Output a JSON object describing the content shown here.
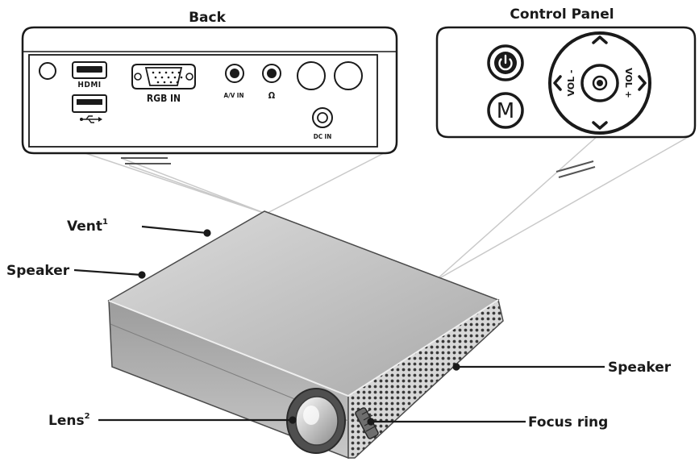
{
  "back_panel": {
    "title": "Back",
    "ports": {
      "hdmi": "HDMI",
      "rgb_in": "RGB IN",
      "av_in": "A/V IN",
      "headphone": "Ω",
      "dc_in": "DC IN"
    }
  },
  "control_panel": {
    "title": "Control Panel",
    "buttons": {
      "menu": "M",
      "vol_minus": "VOL -",
      "vol_plus": "VOL +"
    }
  },
  "callouts": {
    "vent": "Vent",
    "vent_note": "1",
    "speaker_left": "Speaker",
    "speaker_right": "Speaker",
    "lens": "Lens",
    "lens_note": "2",
    "focus_ring": "Focus ring"
  }
}
